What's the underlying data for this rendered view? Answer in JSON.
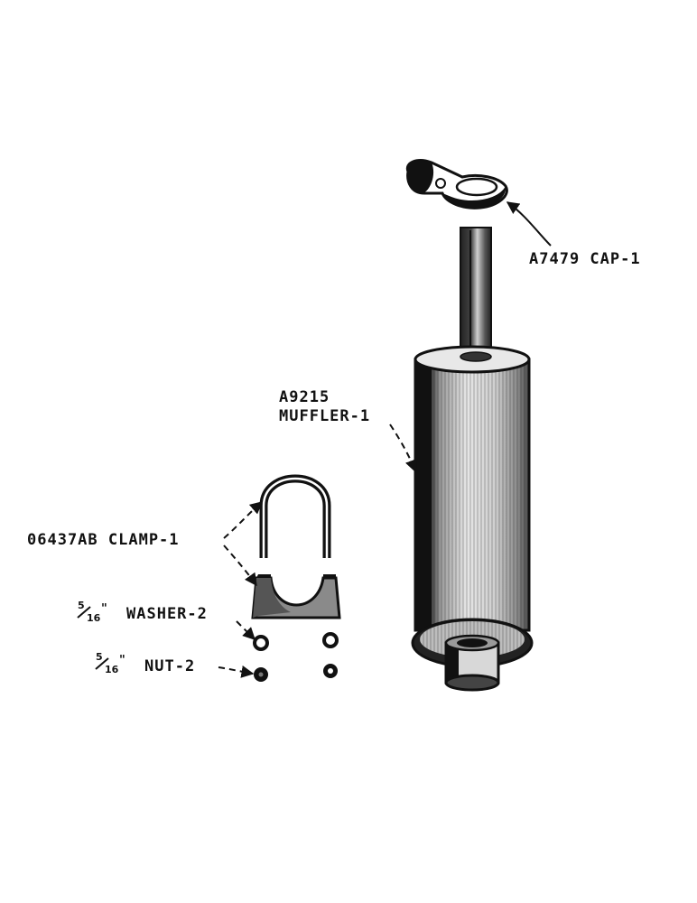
{
  "parts": {
    "cap": {
      "label": "A7479 CAP-1"
    },
    "muffler": {
      "line1": "A9215",
      "line2": "MUFFLER-1"
    },
    "clamp": {
      "label": "06437AB CLAMP-1"
    },
    "washer": {
      "fraction_num": "5",
      "fraction_den": "16",
      "inch_mark": "\"",
      "label": "WASHER-2"
    },
    "nut": {
      "fraction_num": "5",
      "fraction_den": "16",
      "inch_mark": "\"",
      "label": "NUT-2"
    }
  }
}
